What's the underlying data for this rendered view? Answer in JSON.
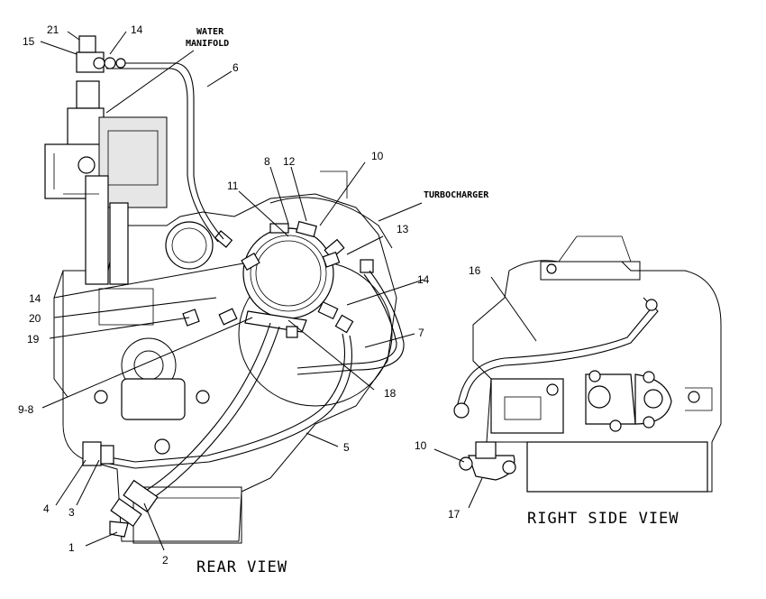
{
  "views": {
    "rear": "REAR VIEW",
    "right_side": "RIGHT SIDE VIEW"
  },
  "labels": {
    "water_manifold_1": "WATER",
    "water_manifold_2": "MANIFOLD",
    "turbocharger": "TURBOCHARGER"
  },
  "callouts": {
    "c21": "21",
    "c15": "15",
    "c14_top": "14",
    "c6": "6",
    "c8": "8",
    "c12": "12",
    "c10_top": "10",
    "c11": "11",
    "c13": "13",
    "c14_left": "14",
    "c14_right": "14",
    "c20": "20",
    "c19": "19",
    "c7": "7",
    "c18": "18",
    "c9_8": "9-8",
    "c5": "5",
    "c4": "4",
    "c3": "3",
    "c1": "1",
    "c2": "2",
    "c16": "16",
    "c10_right": "10",
    "c17": "17"
  }
}
